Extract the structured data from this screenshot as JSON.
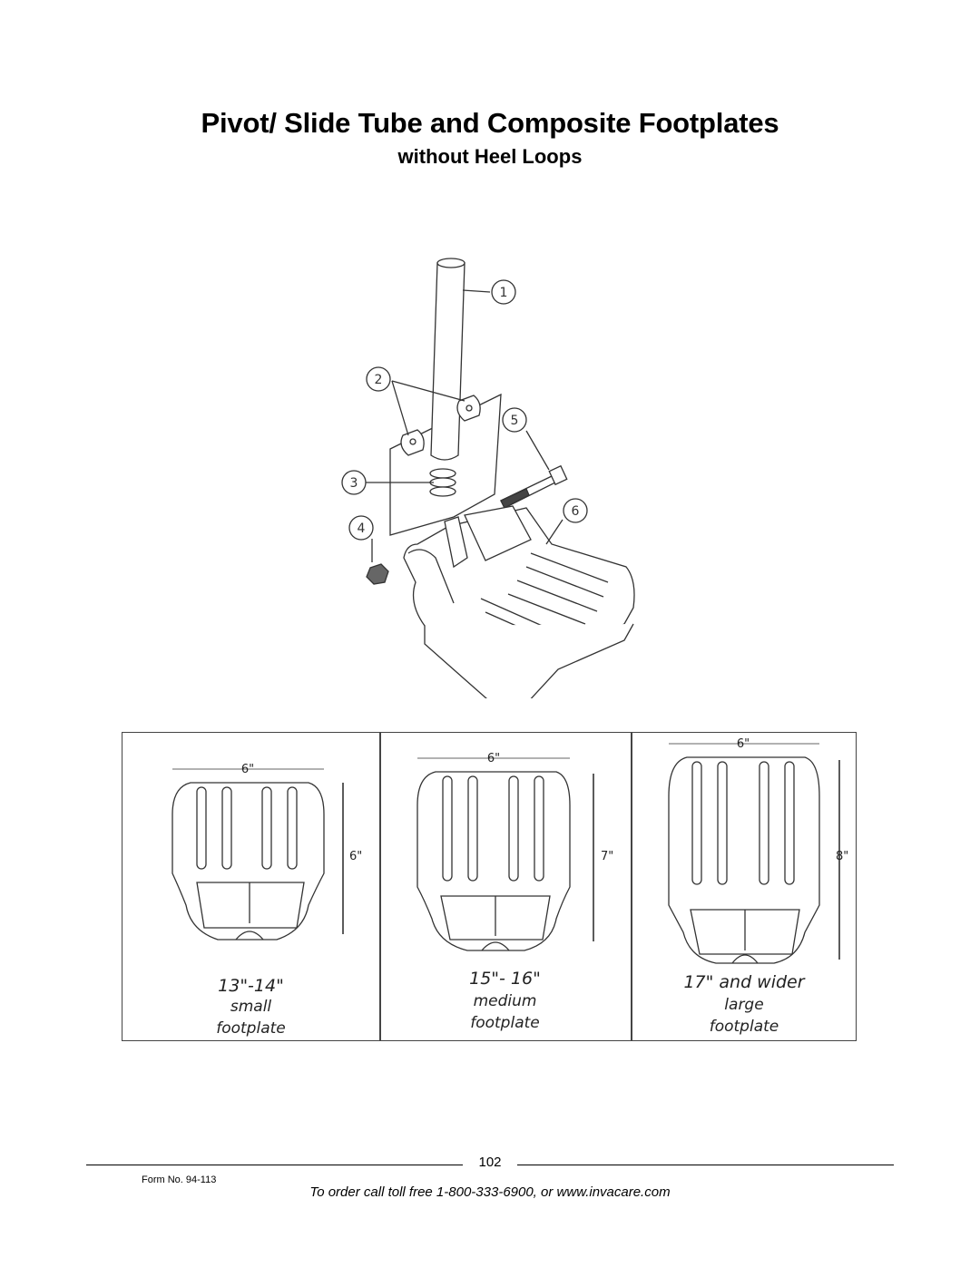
{
  "page": {
    "title": "Pivot/ Slide Tube and Composite Footplates",
    "subtitle": "without Heel Loops"
  },
  "diagram": {
    "callouts": [
      "1",
      "2",
      "3",
      "4",
      "5",
      "6"
    ]
  },
  "sizes": [
    {
      "width": "6\"",
      "height": "6\"",
      "range": "13\"-14\"",
      "size": "small",
      "label": "footplate"
    },
    {
      "width": "6\"",
      "height": "7\"",
      "range": "15\"- 16\"",
      "size": "medium",
      "label": "footplate"
    },
    {
      "width": "6\"",
      "height": "8\"",
      "range": "17\" and wider",
      "size": "large",
      "label": "footplate"
    }
  ],
  "footer": {
    "page_number": "102",
    "form_no": "Form No.  94-113",
    "order_text": "To order call toll free 1-800-333-6900, or www.invacare.com"
  }
}
